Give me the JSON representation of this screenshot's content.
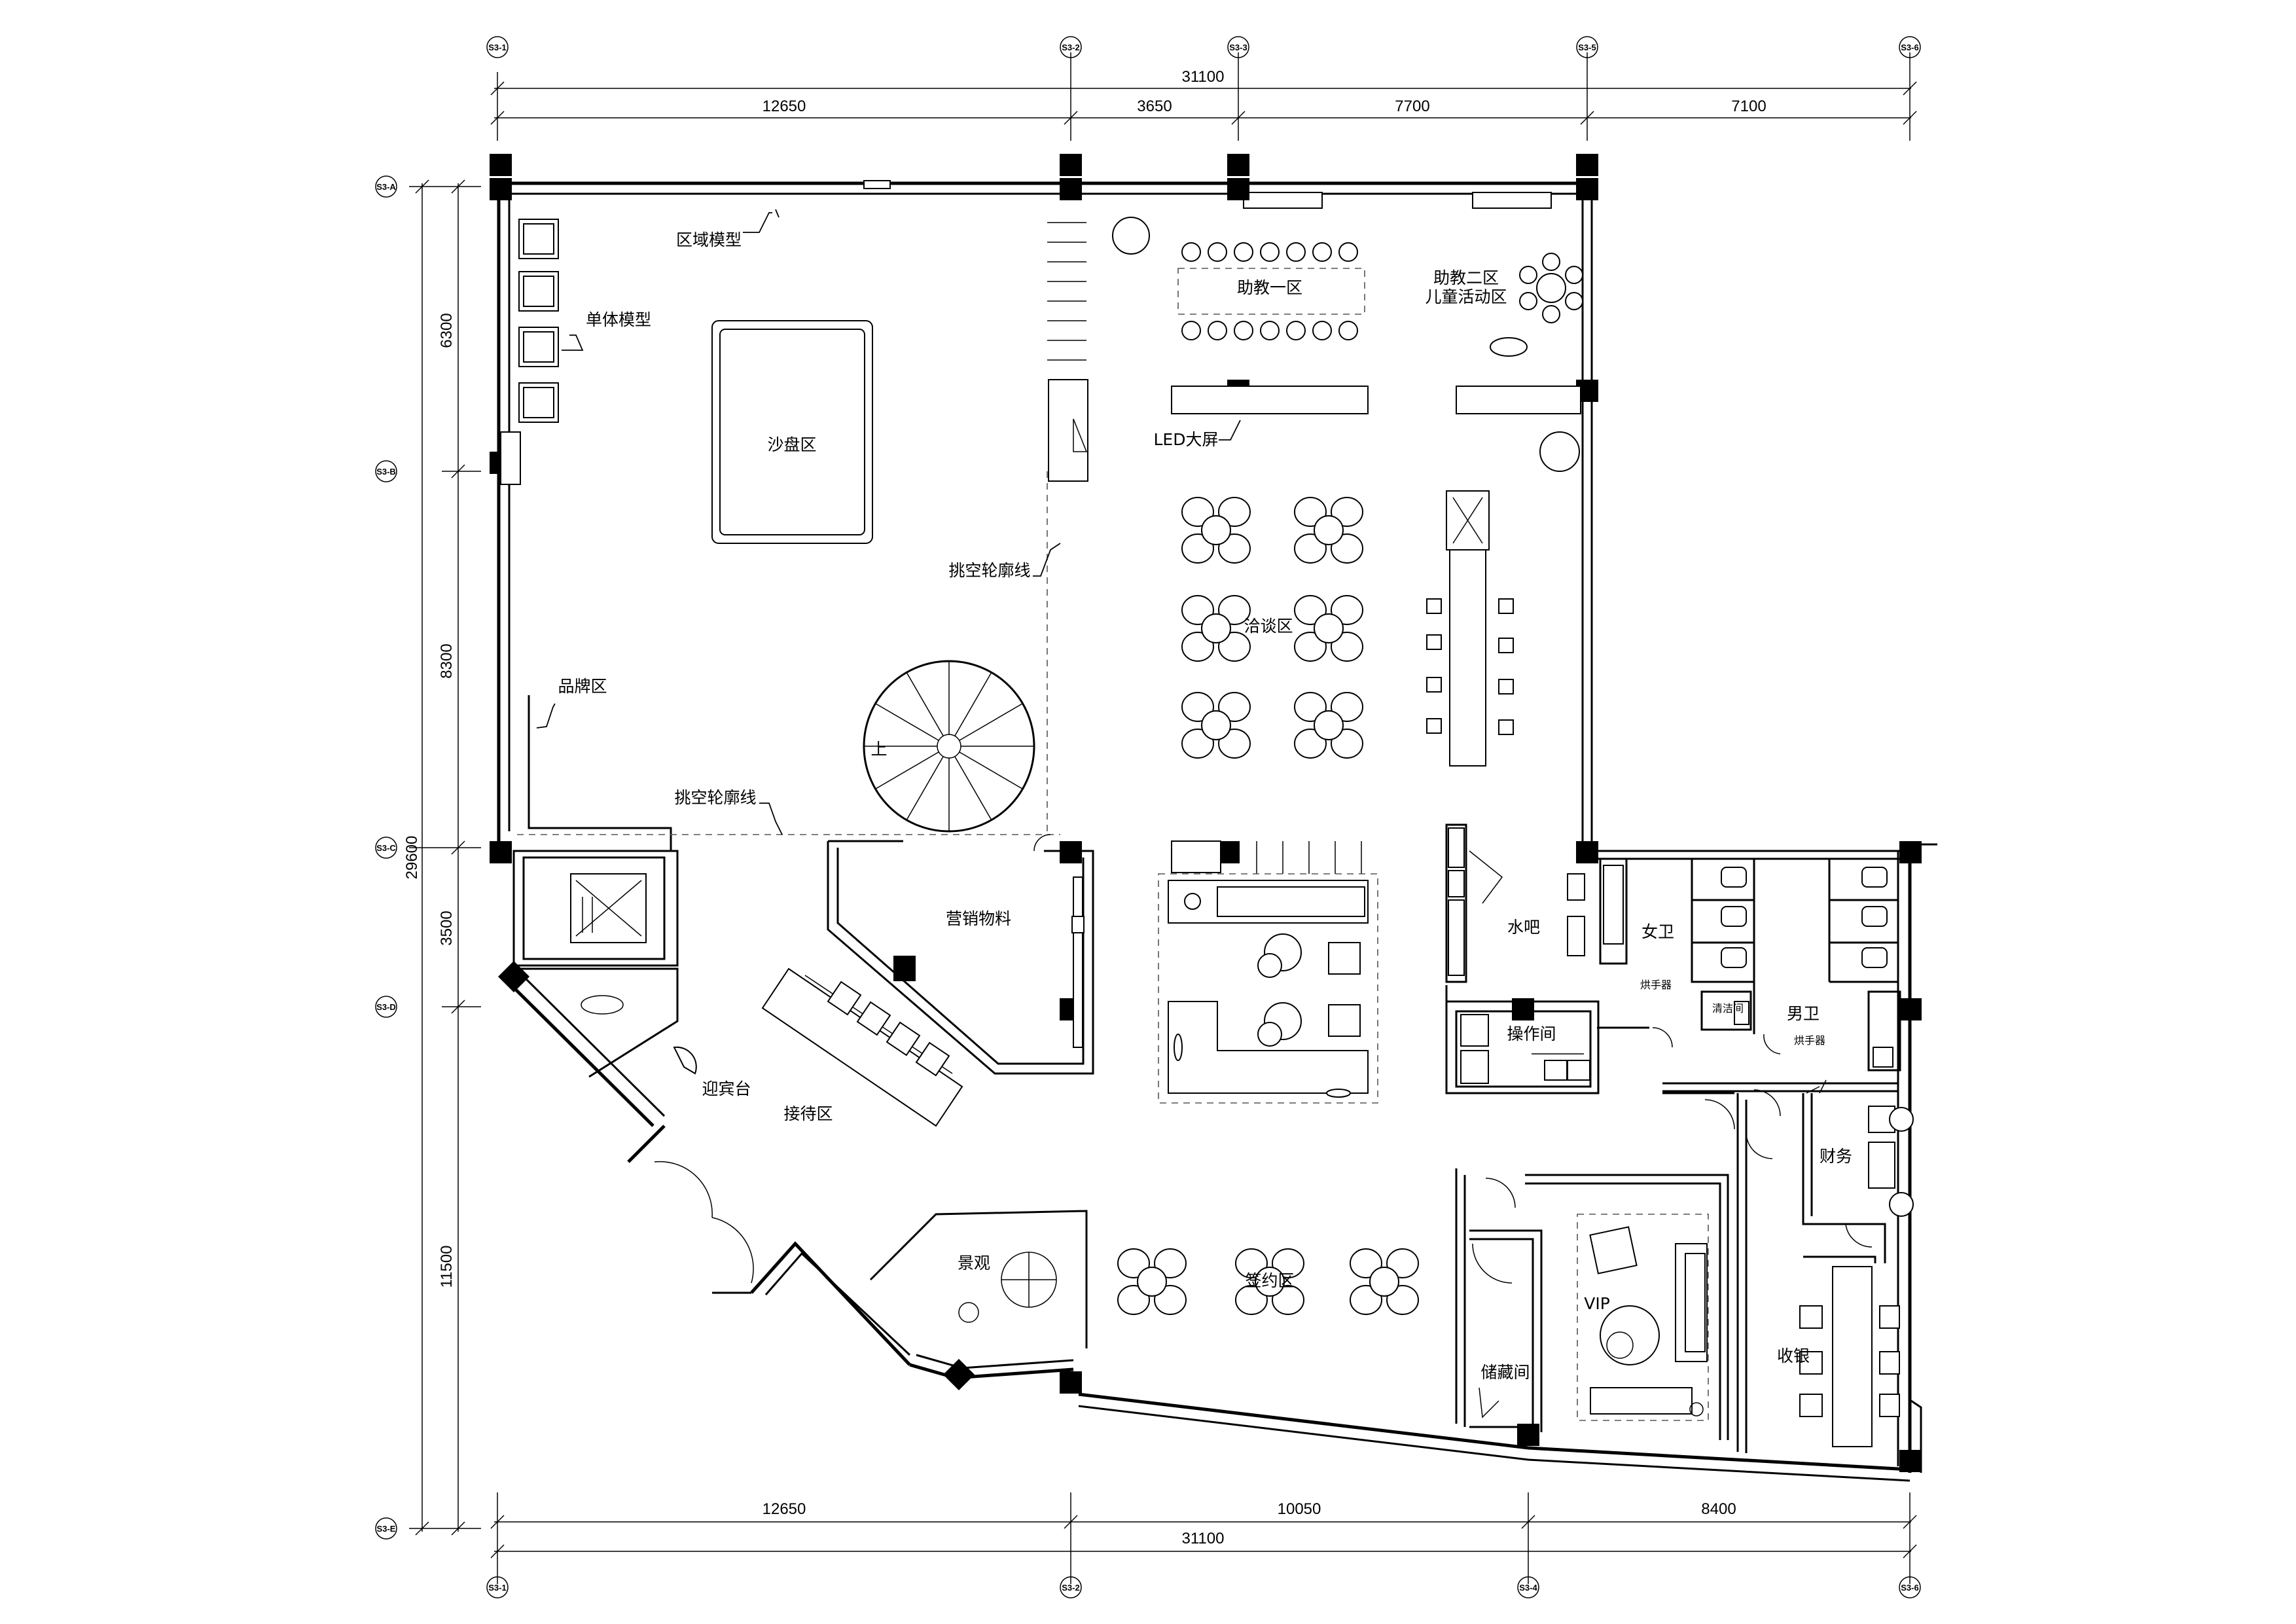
{
  "dimensions": {
    "top_total": "31100",
    "top_segments": [
      "12650",
      "3650",
      "7700",
      "7100"
    ],
    "bottom_segments": [
      "12650",
      "10050",
      "8400"
    ],
    "bottom_total": "31100",
    "left_total": "29600",
    "left_segments": [
      "6300",
      "8300",
      "3500",
      "11500"
    ]
  },
  "axes": {
    "top": [
      "S3-1",
      "S3-2",
      "S3-3",
      "S3-5",
      "S3-6"
    ],
    "bottom": [
      "S3-1",
      "S3-2",
      "S3-4",
      "S3-6"
    ],
    "left": [
      "S3-A",
      "S3-B",
      "S3-C",
      "S3-D",
      "S3-E"
    ]
  },
  "labels": {
    "regional_model": "区域模型",
    "unit_model": "单体模型",
    "sand_table": "沙盘区",
    "teaching_zone_1": "助教一区",
    "teaching_zone_2_line1": "助教二区",
    "teaching_zone_2_line2": "儿童活动区",
    "led_screen": "LED大屏",
    "cantilever_outline_1": "挑空轮廓线",
    "cantilever_outline_2": "挑空轮廓线",
    "negotiation_zone": "洽谈区",
    "brand_zone": "品牌区",
    "stair_up": "上",
    "marketing_materials": "营销物料",
    "water_bar": "水吧",
    "operation_room": "操作间",
    "female_wc": "女卫",
    "male_wc": "男卫",
    "cleaning_room": "清洁间",
    "hand_dryer_1": "烘手器",
    "hand_dryer_2": "烘手器",
    "reception_desk": "迎宾台",
    "reception_zone": "接待区",
    "landscape": "景观",
    "signing_zone": "签约区",
    "vip": "VIP",
    "storage_room": "储藏间",
    "finance": "财务",
    "cashier": "收银"
  }
}
